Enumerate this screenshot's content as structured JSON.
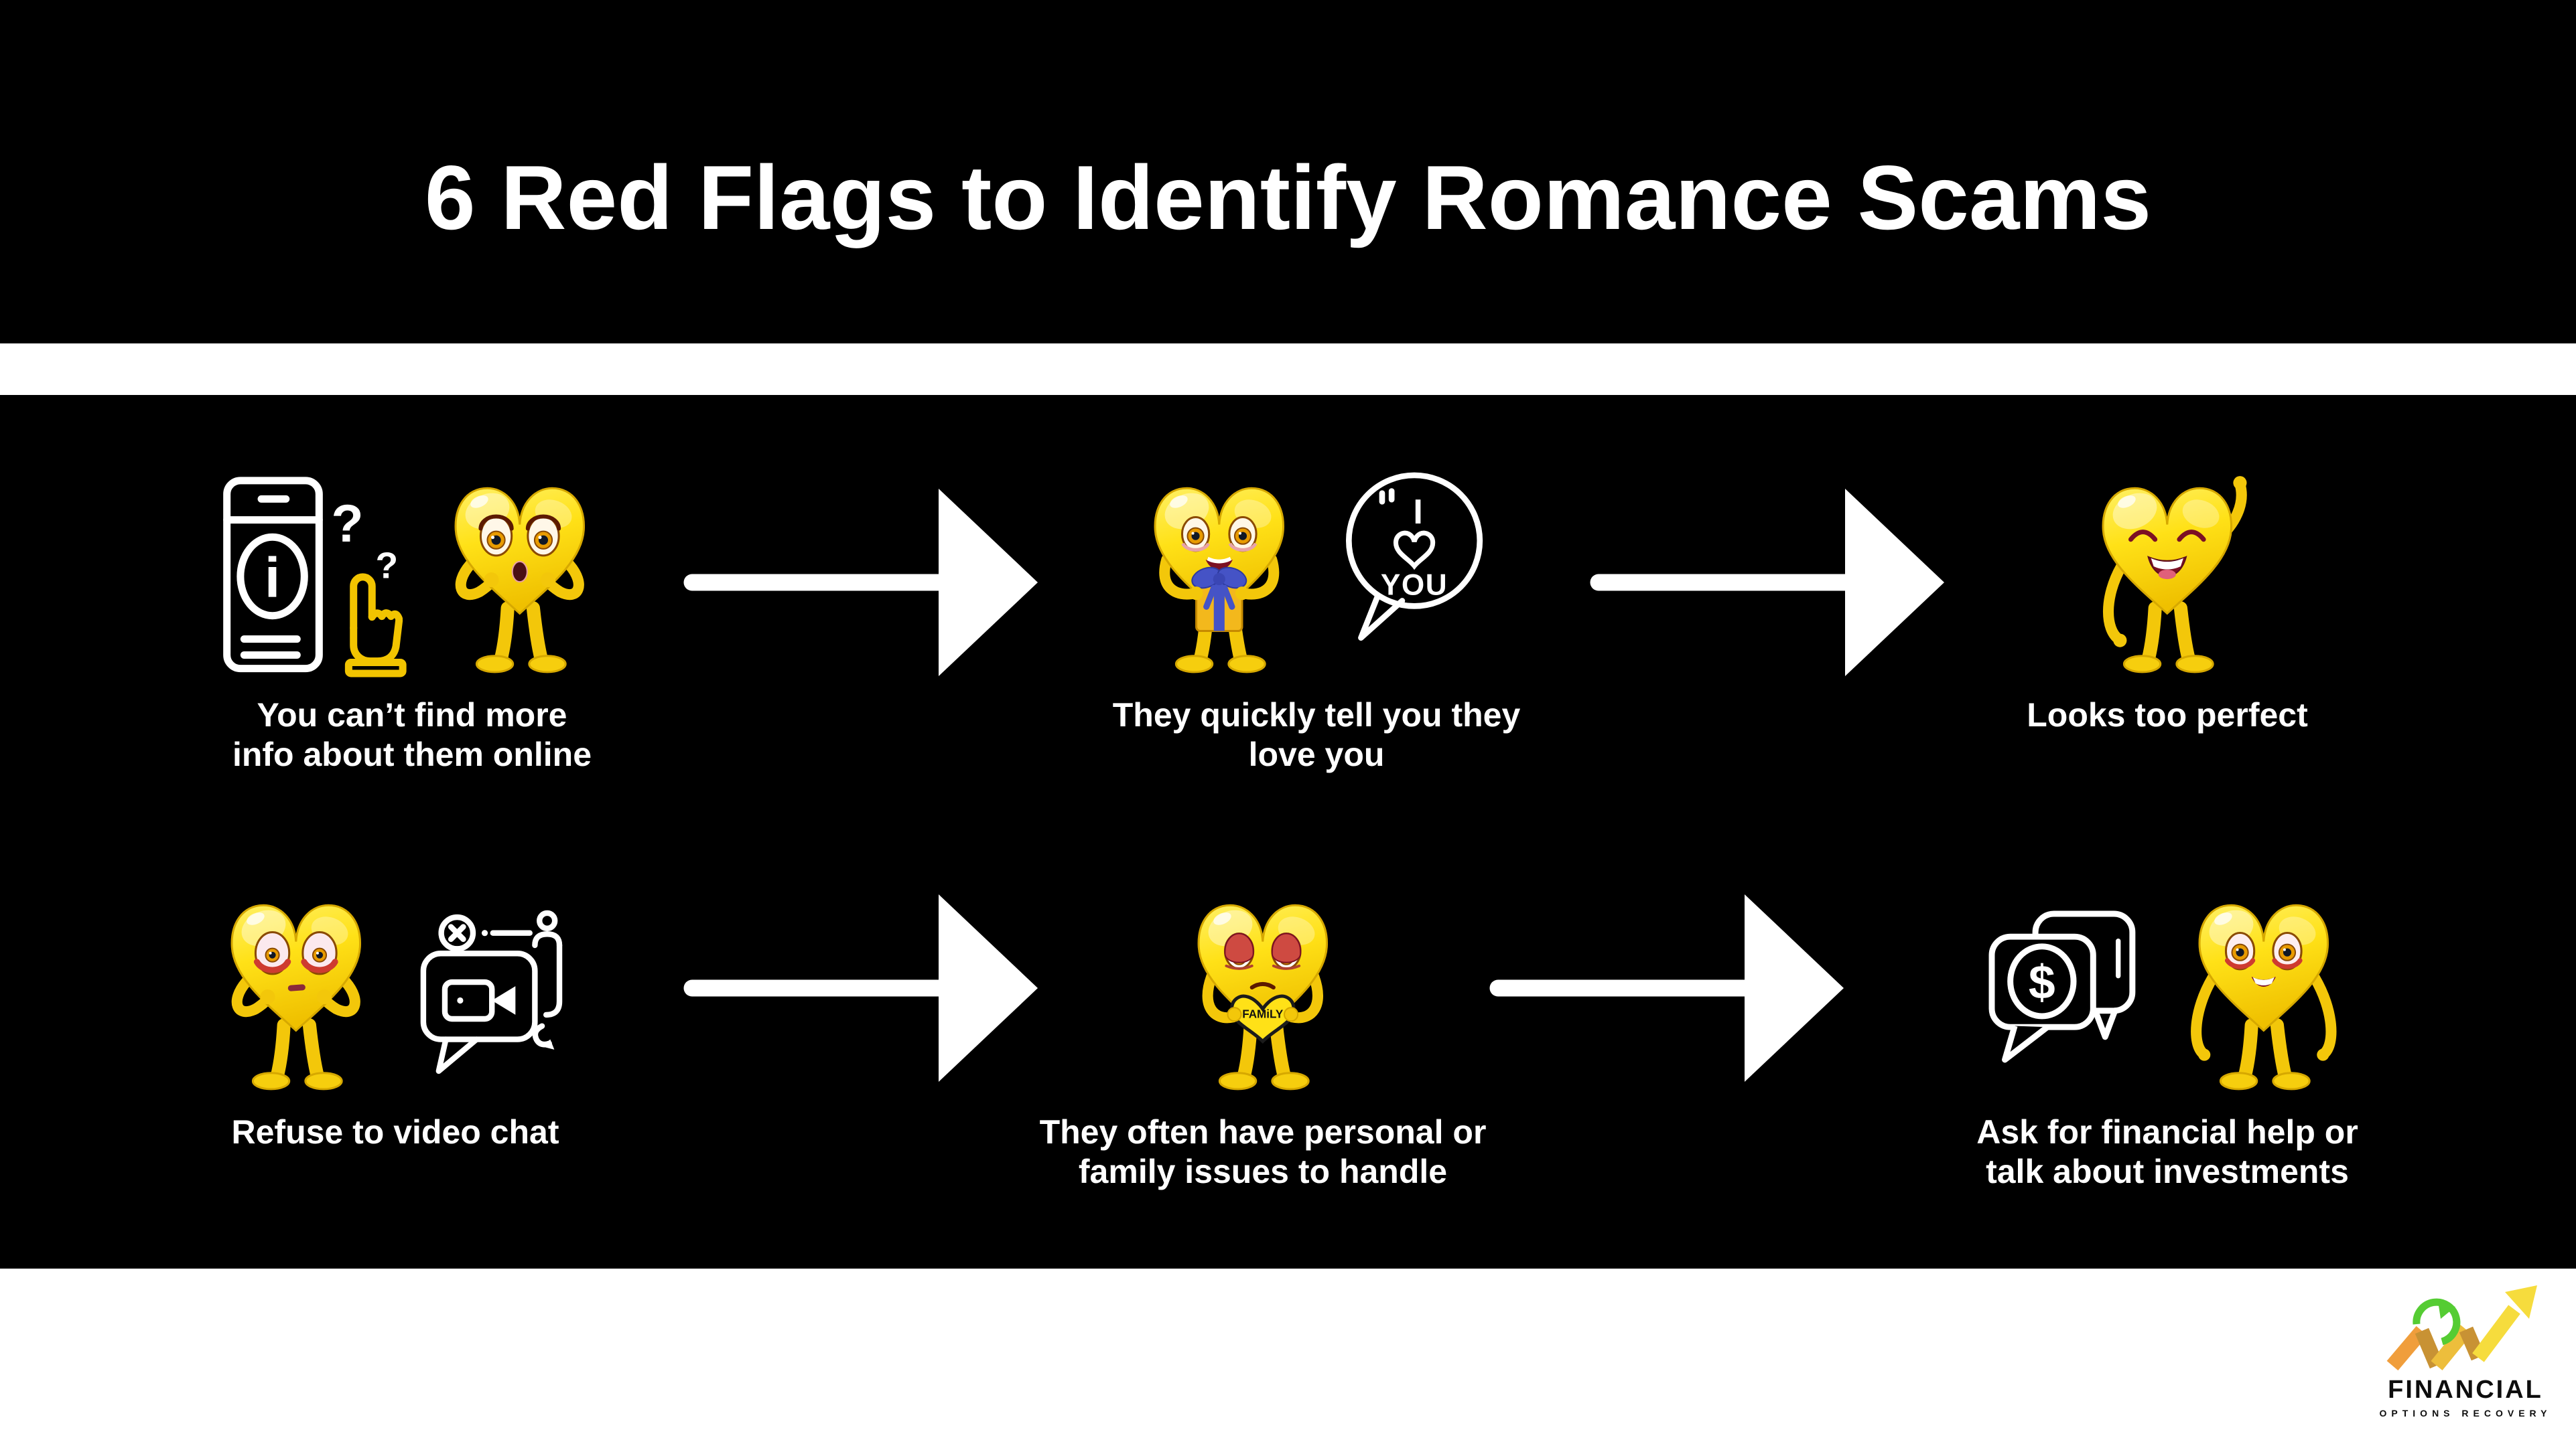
{
  "title": "6 Red Flags to Identify Romance Scams",
  "flags": [
    {
      "line1": "You can’t find more",
      "line2": "info about them online"
    },
    {
      "line1": "They quickly tell you they",
      "line2": "love you"
    },
    {
      "line1": "Looks too perfect",
      "line2": ""
    },
    {
      "line1": "Refuse to video chat",
      "line2": ""
    },
    {
      "line1": "They often have personal or",
      "line2": "family issues to handle"
    },
    {
      "line1": "Ask for financial help or",
      "line2": "talk about investments"
    }
  ],
  "speech_bubble": {
    "word_i": "I",
    "word_you": "YOU"
  },
  "family_heart_label": "FAMiLY",
  "phone_icon": {
    "info_glyph": "i",
    "question_1": "?",
    "question_2": "?"
  },
  "money_icon": {
    "dollar_glyph": "$"
  },
  "logo": {
    "name": "FINANCIAL",
    "tagline": "OPTIONS RECOVERY"
  },
  "colors": {
    "background": "#000000",
    "text": "#FFFFFF",
    "divider": "#FFFFFF",
    "arrow": "#FFFFFF",
    "heart_yellow": "#FFE117",
    "heart_shade": "#EFC000",
    "gift_ribbon_blue": "#4553C6",
    "logo_orange": "#F09E3C",
    "logo_gold": "#EDBE3C",
    "logo_yellow": "#F6DC3D",
    "logo_green": "#55CC33"
  }
}
